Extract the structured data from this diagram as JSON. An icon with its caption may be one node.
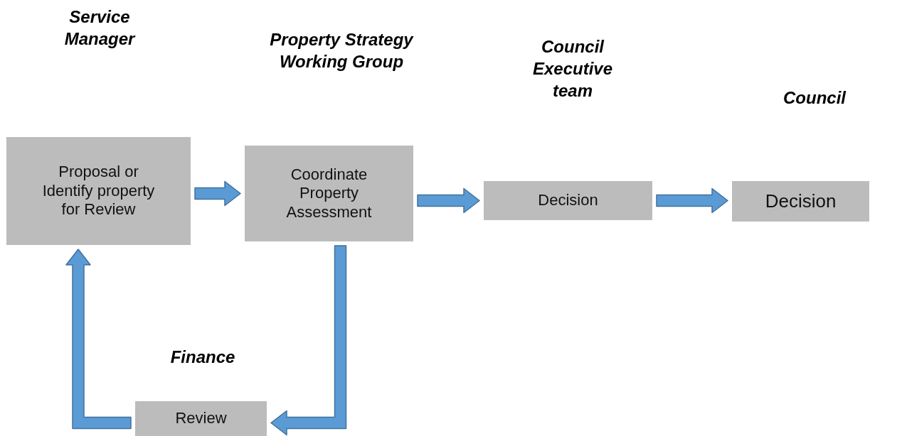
{
  "diagram": {
    "nodes": [
      {
        "text": [
          "Proposal or Identify property for Review"
        ]
      },
      {
        "text": [
          "Coordinate Property Assessment"
        ]
      },
      {
        "text": [
          "Decision"
        ]
      },
      {
        "text": [
          "Decision"
        ]
      },
      {
        "text": [
          "Review"
        ]
      }
    ],
    "edges": [
      {
        "from": 0,
        "to": 1,
        "arrow": "to"
      },
      {
        "from": 1,
        "to": 2,
        "arrow": "to"
      },
      {
        "from": 2,
        "to": 3,
        "arrow": "to"
      },
      {
        "from": 1,
        "to": 4,
        "arrow": "to"
      },
      {
        "from": 4,
        "to": 0,
        "arrow": "to"
      }
    ],
    "labels": [
      "Service Manager",
      "Property Strategy Working Group",
      "Council Executive team",
      "Council",
      "Finance"
    ]
  }
}
